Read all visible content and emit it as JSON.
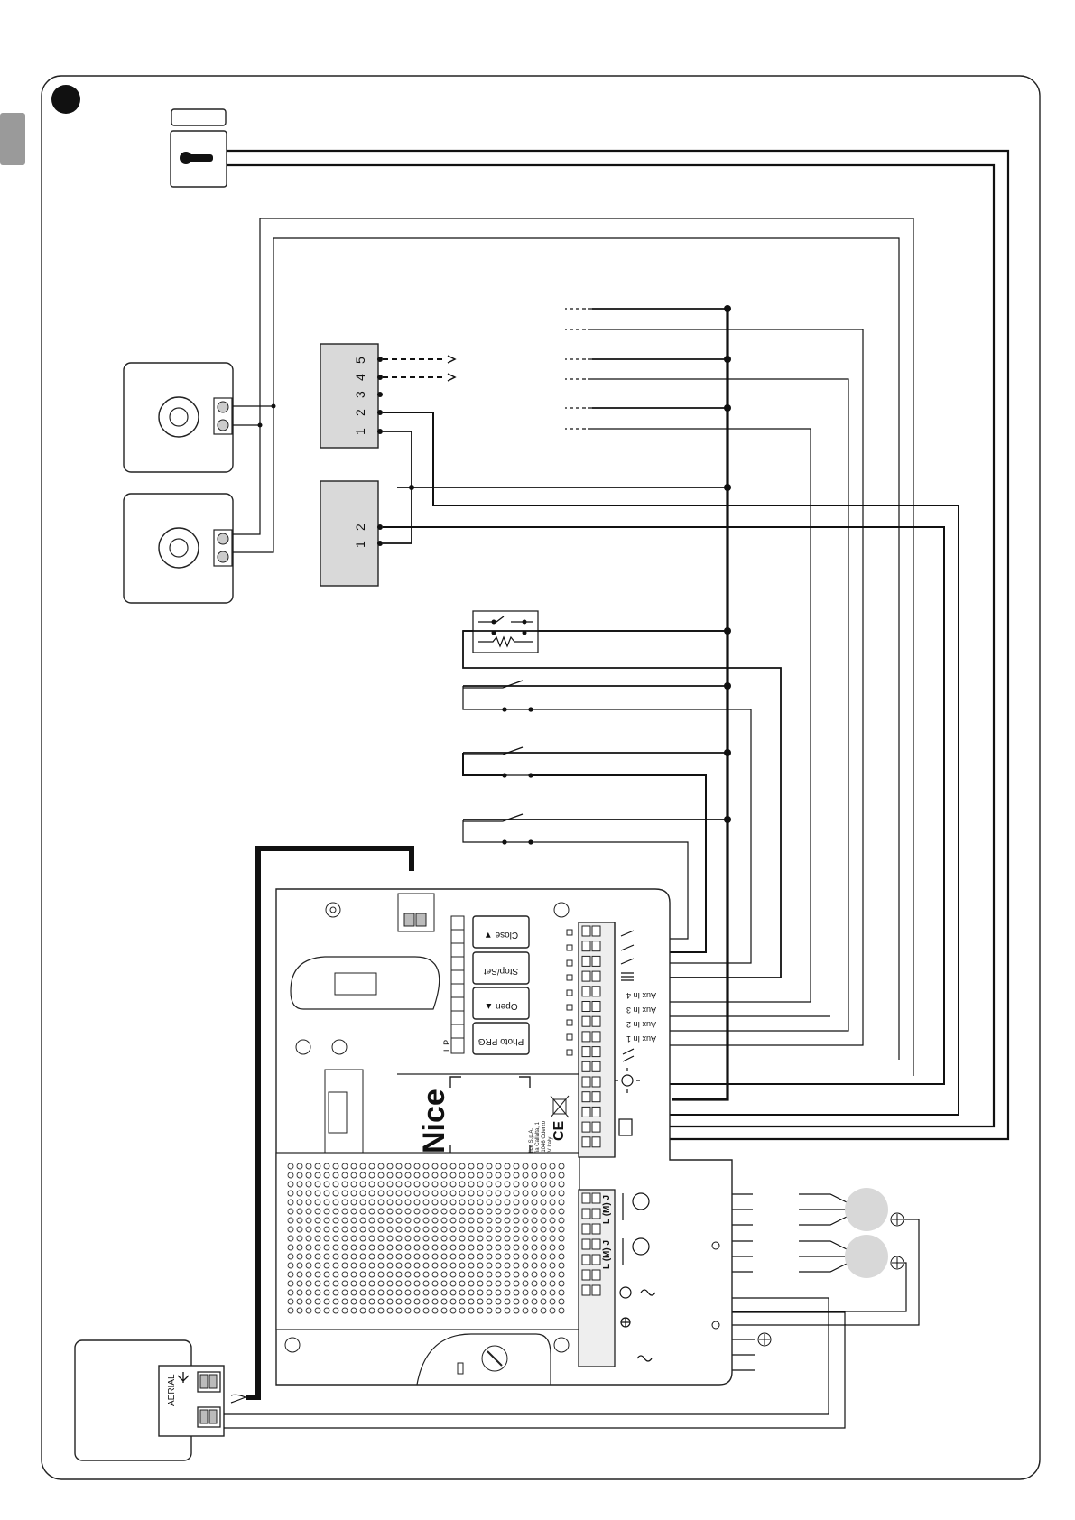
{
  "page": {
    "figure_marker": "●"
  },
  "buttons": [
    {
      "label": "Close ▼"
    },
    {
      "label": "Stop/Set"
    },
    {
      "label": "Open ▲"
    },
    {
      "label": "Photo PRG"
    }
  ],
  "photocell_tx": {
    "terminals": [
      "1",
      "2"
    ]
  },
  "photocell_rx": {
    "terminals": [
      "1",
      "2",
      "3",
      "4",
      "5"
    ]
  },
  "aux_inputs": [
    "Aux In 4",
    "Aux In 3",
    "Aux In 2",
    "Aux In 1"
  ],
  "board": {
    "brand": "Nice",
    "manufacturer_lines": [
      "Nice S.p.A.",
      "Via Callalta, 1",
      "31046 Oderzo",
      "TV Italy"
    ],
    "ce_mark": "CE",
    "lp_label": "L P",
    "motor_terminal_label": "L (M) J"
  },
  "aerial": {
    "label": "AERIAL"
  },
  "colors": {
    "line": "#111111",
    "device_fill": "#d9d9d9",
    "tab": "#9a9a9a",
    "lamp": "#d8d8d8"
  }
}
